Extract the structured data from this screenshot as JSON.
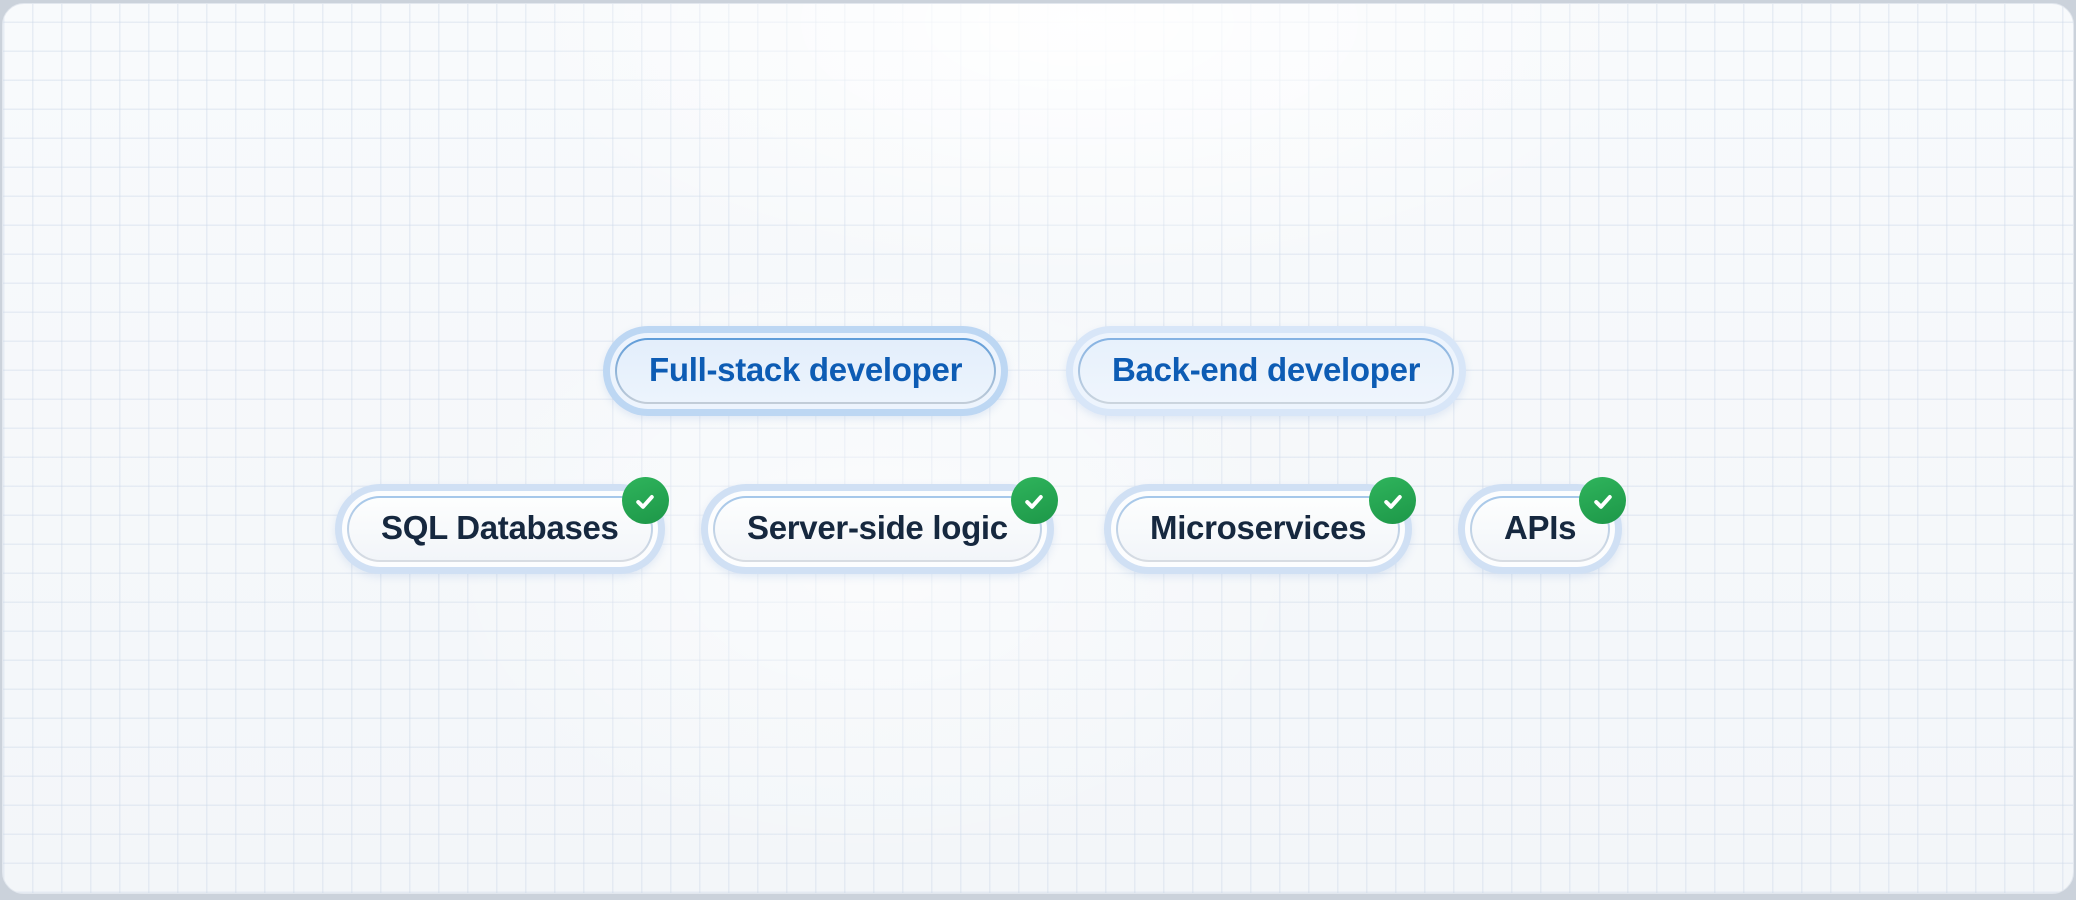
{
  "canvas": {
    "background_color": "#f7f9fb",
    "grid_color": "#cbd7e8",
    "outer_background": "#cbd2db"
  },
  "chips": {
    "roles": [
      {
        "label": "Full-stack developer",
        "checked": false
      },
      {
        "label": "Back-end developer",
        "checked": false
      }
    ],
    "skills": [
      {
        "label": "SQL Databases",
        "checked": true
      },
      {
        "label": "Server-side logic",
        "checked": true
      },
      {
        "label": "Microservices",
        "checked": true
      },
      {
        "label": "APIs",
        "checked": true
      }
    ]
  },
  "colors": {
    "role_text": "#0d5cb4",
    "skill_text": "#16283f",
    "ring_blue": "#bdd7f3",
    "check_green": "#23a852",
    "check_mark": "#ffffff"
  }
}
